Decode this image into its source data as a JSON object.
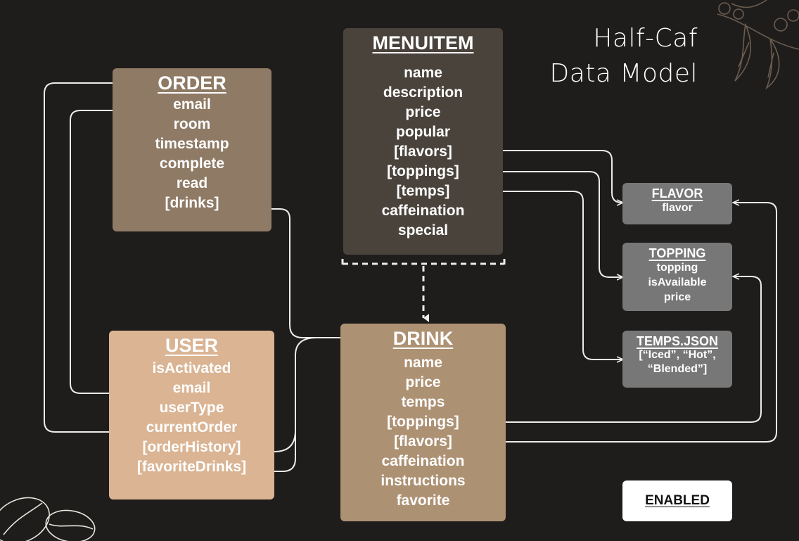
{
  "heading": {
    "line1": "Half-Caf",
    "line2": "Data Model"
  },
  "entities": {
    "menuitem": {
      "title": "MENUITEM",
      "fields": [
        "name",
        "description",
        "price",
        "popular",
        "[flavors]",
        "[toppings]",
        "[temps]",
        "caffeination",
        "special"
      ]
    },
    "order": {
      "title": "ORDER",
      "fields": [
        "email",
        "room",
        "timestamp",
        "complete",
        "read",
        "[drinks]"
      ]
    },
    "user": {
      "title": "USER",
      "fields": [
        "isActivated",
        "email",
        "userType",
        "currentOrder",
        "[orderHistory]",
        "[favoriteDrinks]"
      ]
    },
    "drink": {
      "title": "DRINK",
      "fields": [
        "name",
        "price",
        "temps",
        "[toppings]",
        "[flavors]",
        "caffeination",
        "instructions",
        "favorite"
      ]
    },
    "flavor": {
      "title": "FLAVOR",
      "fields": [
        "flavor"
      ]
    },
    "topping": {
      "title": "TOPPING",
      "fields": [
        "topping",
        "isAvailable",
        "price"
      ]
    },
    "temps": {
      "title": "TEMPS.JSON",
      "fields": [
        "[“Iced”, “Hot”,",
        "“Blended”]"
      ]
    }
  },
  "button": {
    "label": "ENABLED"
  },
  "colors": {
    "background": "#1f1d1b",
    "menuitem": "#4a433c",
    "order": "#8e7a65",
    "user": "#dab493",
    "drink": "#ad9173",
    "lookup": "#777777",
    "connector": "#ececec"
  },
  "icons": [
    "coffee-branch-icon",
    "coffee-beans-icon"
  ]
}
